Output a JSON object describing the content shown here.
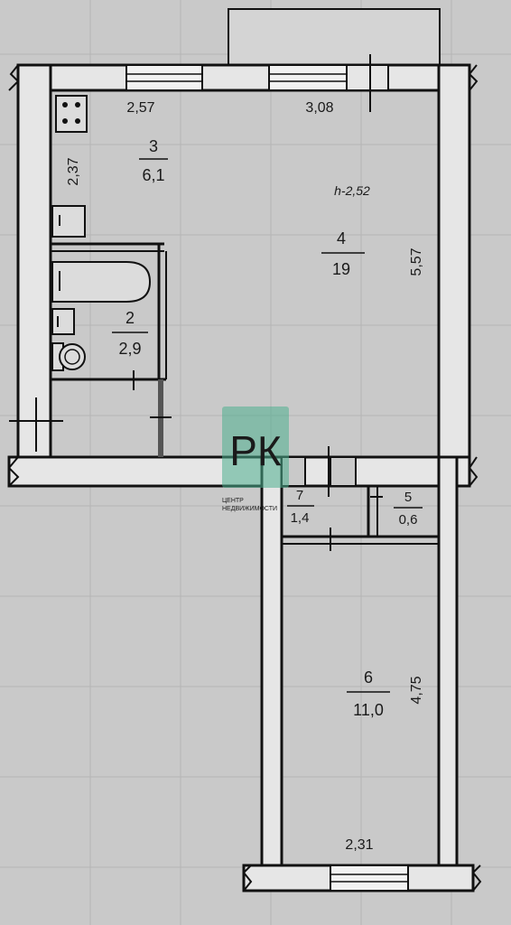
{
  "rooms": [
    {
      "number": "3",
      "area": "6,1"
    },
    {
      "number": "4",
      "area": "19"
    },
    {
      "number": "2",
      "area": "2,9"
    },
    {
      "number": "7",
      "area": "1,4"
    },
    {
      "number": "5",
      "area": "0,6"
    },
    {
      "number": "6",
      "area": "11,0"
    }
  ],
  "dimensions": {
    "kitchen_width": "2,57",
    "room_width": "3,08",
    "kitchen_depth": "2,37",
    "room_depth": "5,57",
    "bedroom_depth": "4,75",
    "bedroom_width": "2,31"
  },
  "ceiling_height": "h-2,52",
  "logo": {
    "initials": "РК",
    "line1": "ЦЕНТР",
    "line2": "НЕДВИЖИМОСТИ",
    "color": "#4caf8e"
  },
  "colors": {
    "background": "#c9c9c9",
    "wall_fill": "#e6e6e6",
    "line": "#111111"
  }
}
